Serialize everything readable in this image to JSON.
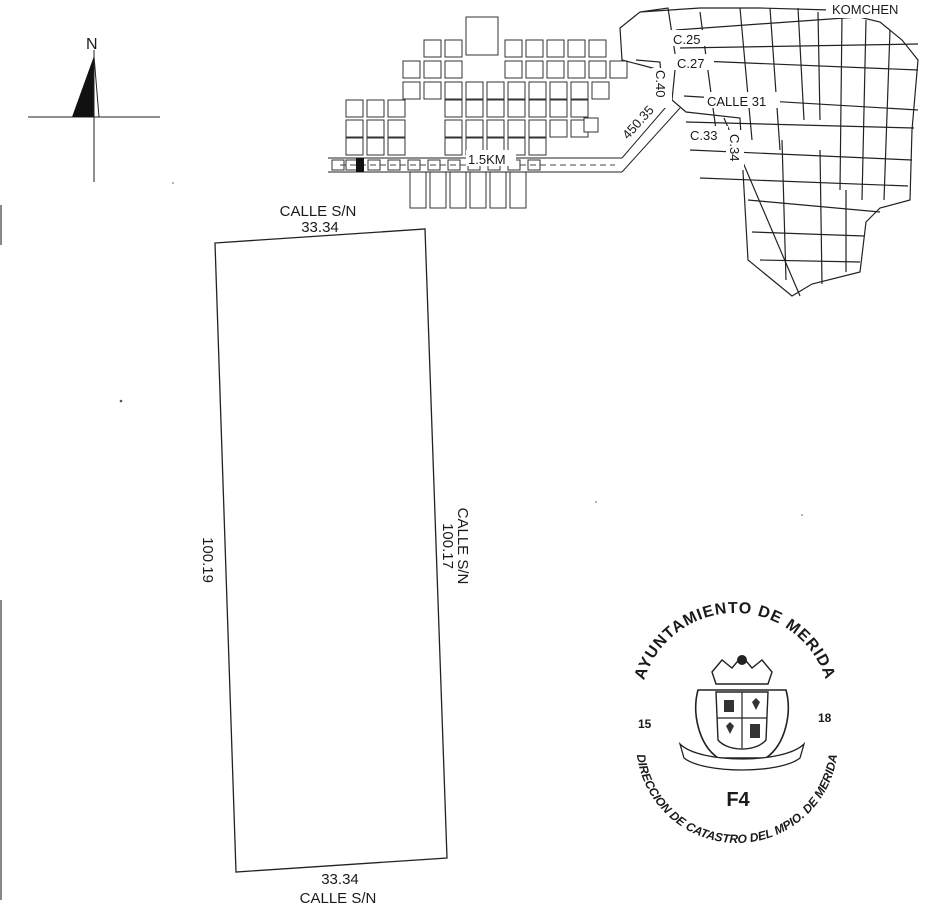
{
  "north_arrow": {
    "label": "N"
  },
  "location_map": {
    "town_label": "KOMCHEN",
    "street_labels": {
      "c25": "C.25",
      "c27": "C.27",
      "c40": "C.40",
      "calle31": "CALLE 31",
      "c33": "C.33",
      "c34": "C.34"
    },
    "distance_label": "1.5KM",
    "segment_label": "450.35"
  },
  "parcel": {
    "top_street": "CALLE S/N",
    "top_length": "33.34",
    "right_street": "CALLE S/N",
    "right_length": "100.17",
    "left_length": "100.19",
    "bottom_length": "33.34",
    "bottom_street": "CALLE S/N"
  },
  "seal": {
    "arc_text": "AYUNTAMIENTO DE MERIDA",
    "left_number": "15",
    "right_number": "18",
    "code": "F4",
    "bottom_text": "DIRECCION DE CATASTRO DEL MPIO. DE MERIDA"
  }
}
